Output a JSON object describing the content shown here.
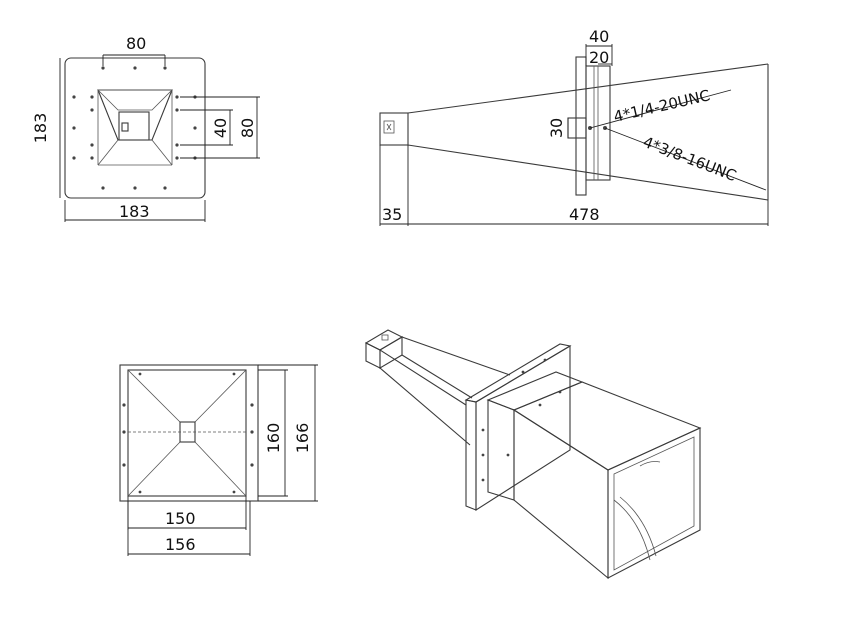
{
  "front_view": {
    "dim_top": "80",
    "dim_left": "183",
    "dim_bottom": "183",
    "dim_inner": "40",
    "dim_outer": "80"
  },
  "side_view": {
    "dim_flange": "40",
    "dim_flange_inner": "20",
    "dim_waveguide": "30",
    "note_thread_small": "4*1/4-20UNC",
    "note_thread_large": "4*3/8-16UNC",
    "dim_feed_length": "35",
    "dim_total_length": "478"
  },
  "aperture_view": {
    "dim_inner_height": "160",
    "dim_outer_height": "166",
    "dim_inner_width": "150",
    "dim_outer_width": "156"
  }
}
